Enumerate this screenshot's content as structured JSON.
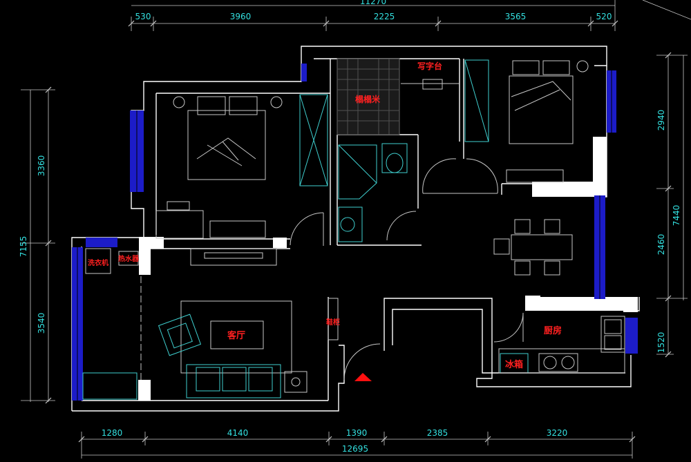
{
  "dimensions": {
    "top_total": "11270",
    "top": [
      "530",
      "3960",
      "2225",
      "3565",
      "520"
    ],
    "bottom": [
      "1280",
      "4140",
      "1390",
      "2385",
      "3220"
    ],
    "bottom_total": "12695",
    "left_total": "7155",
    "left": [
      "3360",
      "3540"
    ],
    "right_total": "7440",
    "right": [
      "2940",
      "2460",
      "1520"
    ]
  },
  "rooms": {
    "tatami": "榻榻米",
    "desk": "写字台",
    "living": "客厅",
    "kitchen": "厨房",
    "fridge": "冰箱",
    "washer": "洗衣机",
    "heater": "热水器",
    "shoe": "鞋柜"
  },
  "colors": {
    "background": "#000000",
    "wall": "#ffffff",
    "dimension": "#33e0e0",
    "label": "#ff2020",
    "window": "#1c1cc8",
    "entry_marker": "#ff1010"
  }
}
